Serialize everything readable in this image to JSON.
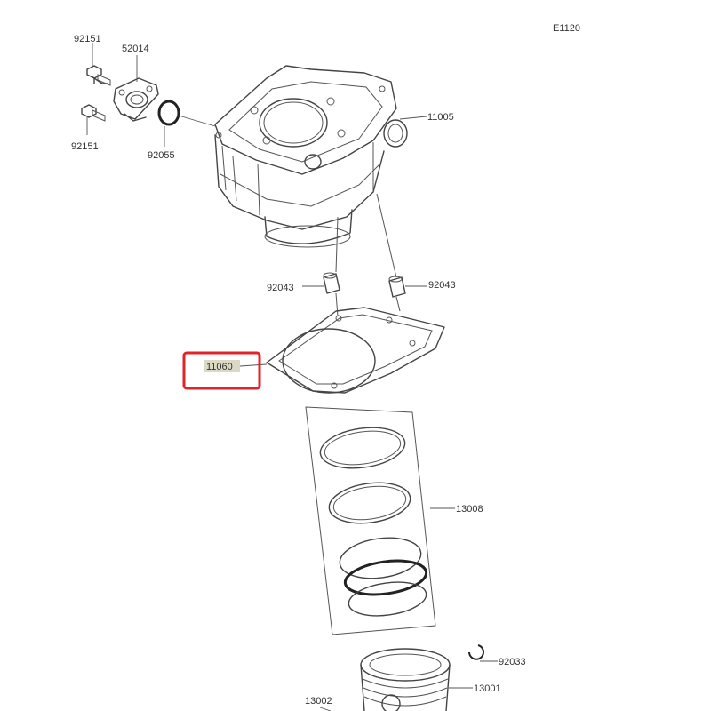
{
  "diagram": {
    "code": "E1120",
    "labels": {
      "bolt_upper": "92151",
      "bolt_lower": "92151",
      "fitting": "52014",
      "oring": "92055",
      "cylinder": "11005",
      "dowel_left": "92043",
      "dowel_right": "92043",
      "gasket": "11060",
      "ring_set": "13008",
      "circlip": "92033",
      "piston": "13001",
      "pin": "13002"
    },
    "highlight": {
      "part": "11060",
      "color": "#e0242a"
    }
  }
}
